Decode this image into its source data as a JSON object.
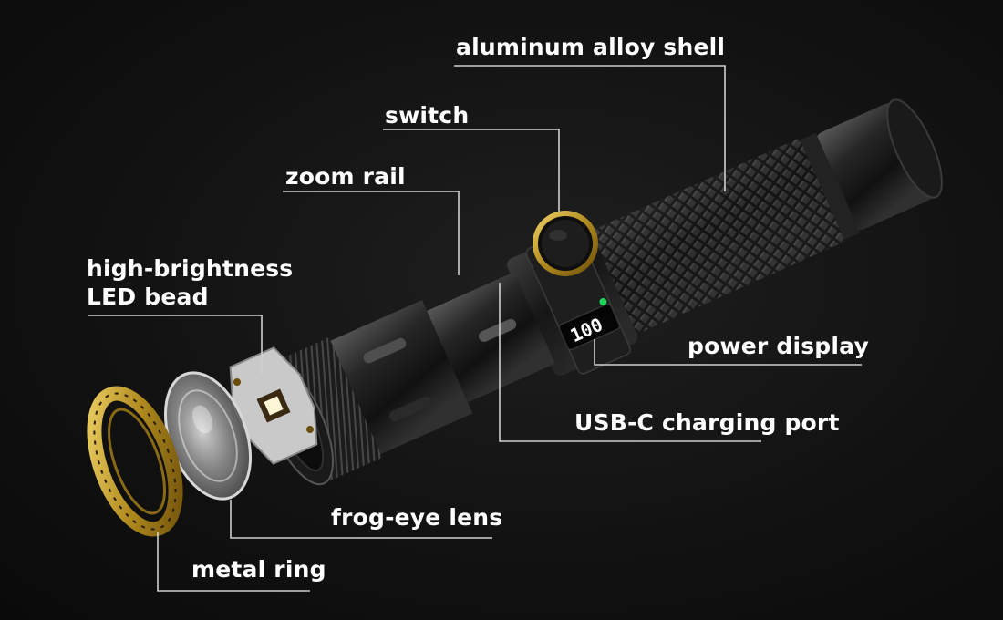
{
  "labels": {
    "aluminum_shell": "aluminum alloy shell",
    "switch": "switch",
    "zoom_rail": "zoom rail",
    "led_bead_line1": "high-brightness",
    "led_bead_line2": "LED bead",
    "power_display": "power display",
    "usb_port": "USB-C charging port",
    "lens": "frog-eye lens",
    "metal_ring": "metal ring"
  },
  "display_reading": "100",
  "colors": {
    "background": "#121212",
    "body": "#1c1c1c",
    "gold_accent": "#c9a227",
    "leader_line": "#cfcfcf",
    "indicator_green": "#22d35a"
  }
}
